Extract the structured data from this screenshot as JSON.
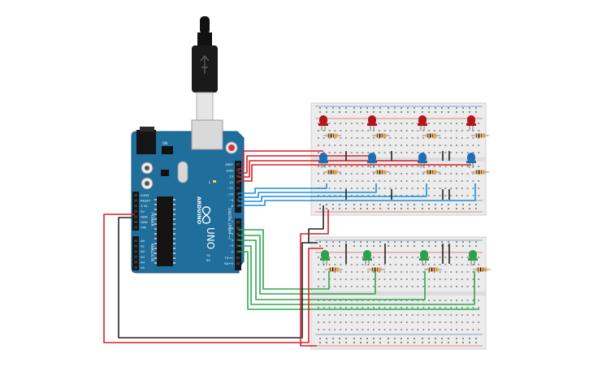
{
  "board": {
    "brand": "ARDUINO",
    "model": "UNO",
    "digital_label": "DIGITAL (PWM ~)",
    "power_label": "POWER",
    "analog_label": "ANALOG IN",
    "power_pins": [
      "IOREF",
      "RESET",
      "3.3V",
      "5V",
      "GND",
      "GND",
      "VIN"
    ],
    "analog_pins": [
      "A0",
      "A1",
      "A2",
      "A3",
      "A4",
      "A5"
    ],
    "digital_top": [
      "AREF",
      "GND",
      "13",
      "12",
      "~11",
      "~10",
      "~9",
      "8"
    ],
    "digital_bottom": [
      "7",
      "~6",
      "~5",
      "4",
      "~3",
      "2",
      "TX→1",
      "RX←0"
    ],
    "led_l": "L",
    "led_tx": "TX",
    "led_rx": "RX",
    "reset_label": "ON"
  },
  "colors": {
    "board": "#1f6e9c",
    "breadboard": "#ececec",
    "wire_red": "#d81f26",
    "wire_black": "#222222",
    "wire_blue": "#1b8fd6",
    "wire_green": "#2aa84a",
    "led_red": "#b3161b",
    "led_blue": "#1f6fb5",
    "led_green": "#2ca04a"
  }
}
